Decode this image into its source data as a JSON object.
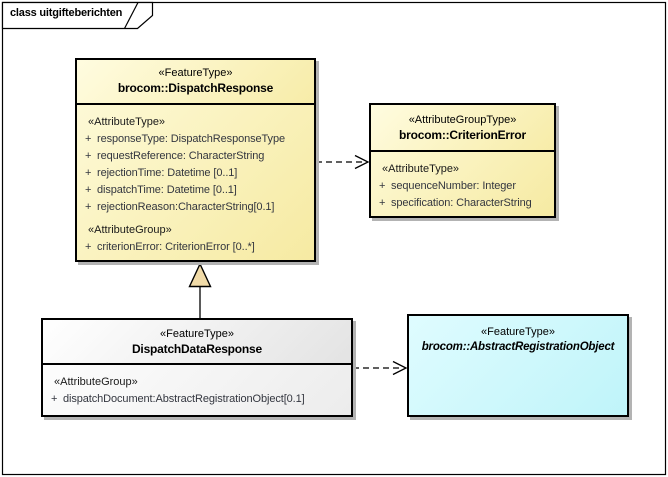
{
  "frame": {
    "label": "class uitgifteberichten"
  },
  "colors": {
    "class_fill": "#F9F0B4",
    "abstract_class_fill": "#CCF8FC",
    "neutral_header_fill": "#F2F2F2",
    "border": "#000000",
    "generalization_triangle_fill": "#F1DBA8",
    "shadow": "#B3B3B3"
  },
  "classes": [
    {
      "stereotype": "«FeatureType»",
      "name": "brocom::DispatchResponse",
      "sections": [
        {
          "label": "«AttributeType»",
          "rows": [
            {
              "vis": "+",
              "text": "responseType: DispatchResponseType"
            },
            {
              "vis": "+",
              "text": "requestReference: CharacterString"
            },
            {
              "vis": "+",
              "text": "rejectionTime: Datetime [0..1]"
            },
            {
              "vis": "+",
              "text": "dispatchTime: Datetime [0..1]"
            },
            {
              "vis": "+",
              "text": "rejectionReason:CharacterString[0.1]"
            }
          ]
        },
        {
          "label": "«AttributeGroup»",
          "rows": [
            {
              "vis": "+",
              "text": "criterionError: CriterionError [0..*]"
            }
          ]
        }
      ]
    },
    {
      "stereotype": "«AttributeGroupType»",
      "name": "brocom::CriterionError",
      "sections": [
        {
          "label": "«AttributeType»",
          "rows": [
            {
              "vis": "+",
              "text": "sequenceNumber: Integer"
            },
            {
              "vis": "+",
              "text": "specification: CharacterString"
            }
          ]
        }
      ]
    },
    {
      "stereotype": "«FeatureType»",
      "name": "DispatchDataResponse",
      "sections": [
        {
          "label": "«AttributeGroup»",
          "rows": [
            {
              "vis": "+",
              "text": "dispatchDocument:AbstractRegistrationObject[0.1]"
            }
          ]
        }
      ]
    },
    {
      "stereotype": "«FeatureType»",
      "name": "brocom::AbstractRegistrationObject",
      "abstract": true,
      "sections": []
    }
  ],
  "relationships": [
    {
      "type": "dependency",
      "from": "brocom::DispatchResponse",
      "to": "brocom::CriterionError",
      "line": "dashed",
      "arrowhead": "open"
    },
    {
      "type": "generalization",
      "from": "DispatchDataResponse",
      "to": "brocom::DispatchResponse",
      "line": "solid",
      "arrowhead": "triangle"
    },
    {
      "type": "dependency",
      "from": "DispatchDataResponse",
      "to": "brocom::AbstractRegistrationObject",
      "line": "dashed",
      "arrowhead": "open"
    }
  ]
}
